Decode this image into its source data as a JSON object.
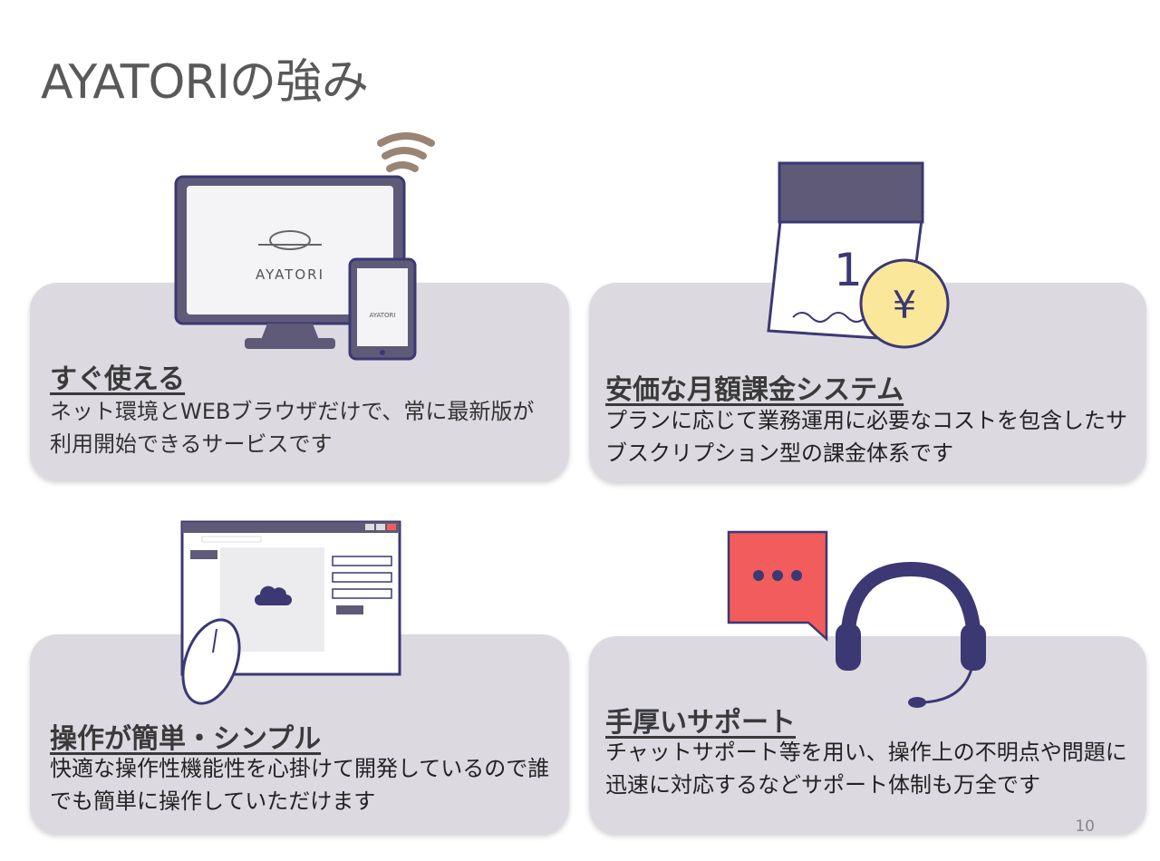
{
  "slide": {
    "title": "AYATORIの強み",
    "page_number": "10",
    "features": [
      {
        "heading": "すぐ使える",
        "body": "ネット環境とWEBブラウザだけで、常に最新版が利用開始できるサービスです",
        "illustration_text": "AYATORI"
      },
      {
        "heading": "安価な月額課金システム",
        "body": "プランに応じて業務運用に必要なコストを包含したサブスクリプション型の課金体系です",
        "calendar_day": "1",
        "currency_symbol": "¥"
      },
      {
        "heading": "操作が簡単・シンプル",
        "body": "快適な操作性機能性を心掛けて開発しているので誰でも簡単に操作していただけます"
      },
      {
        "heading": "手厚いサポート",
        "body": "チャットサポート等を用い、操作上の不明点や問題に迅速に対応するなどサポート体制も万全です"
      }
    ]
  },
  "colors": {
    "card": "#dcd9e1",
    "navy": "#3c3874",
    "slate": "#5e5a78",
    "red": "#f25c5c",
    "yellow": "#fbe79a",
    "wifi": "#9a8574"
  }
}
